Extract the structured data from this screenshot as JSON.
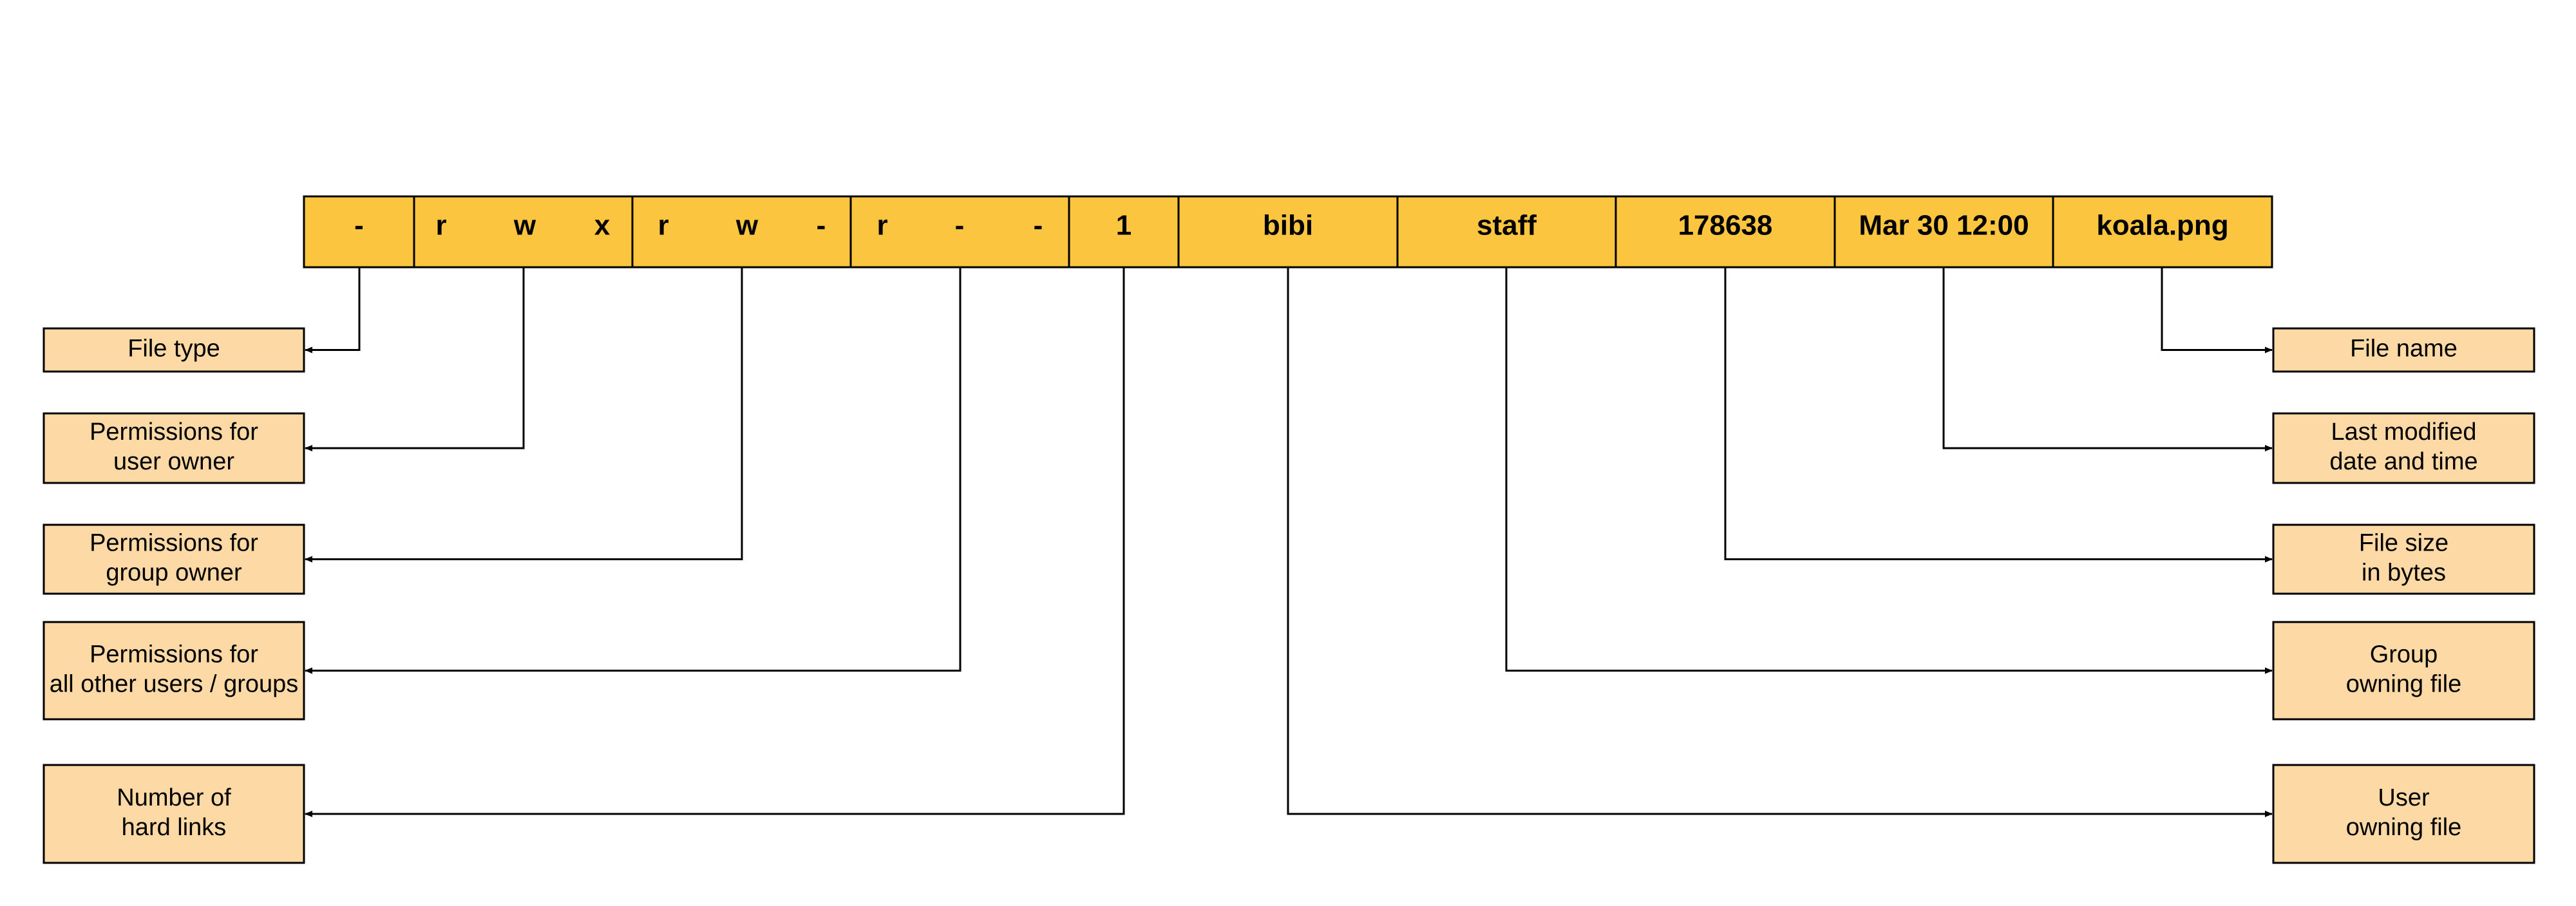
{
  "colors": {
    "cell_fill": "#FCC53F",
    "label_fill": "#FDD9A5",
    "stroke": "#000000"
  },
  "cells": [
    {
      "key": "type",
      "chars": [
        "-"
      ]
    },
    {
      "key": "user",
      "chars": [
        "r",
        "w",
        "x"
      ]
    },
    {
      "key": "group",
      "chars": [
        "r",
        "w",
        "-"
      ]
    },
    {
      "key": "other",
      "chars": [
        "r",
        "-",
        "-"
      ]
    },
    {
      "key": "links",
      "chars": [
        "1"
      ]
    },
    {
      "key": "owner",
      "chars": [
        "bibi"
      ]
    },
    {
      "key": "grp",
      "chars": [
        "staff"
      ]
    },
    {
      "key": "size",
      "chars": [
        "178638"
      ]
    },
    {
      "key": "date",
      "chars": [
        "Mar 30 12:00"
      ]
    },
    {
      "key": "name",
      "chars": [
        "koala.png"
      ]
    }
  ],
  "left_labels": [
    {
      "key": "file-type",
      "cell": "type",
      "lines": [
        "File type"
      ]
    },
    {
      "key": "user-perms",
      "cell": "user",
      "lines": [
        "Permissions for",
        "user owner"
      ]
    },
    {
      "key": "group-perms",
      "cell": "group",
      "lines": [
        "Permissions for",
        "group owner"
      ]
    },
    {
      "key": "other-perms",
      "cell": "other",
      "lines": [
        "Permissions for",
        "all other users / groups"
      ]
    },
    {
      "key": "hard-links",
      "cell": "links",
      "lines": [
        "Number of",
        "hard links"
      ]
    }
  ],
  "right_labels": [
    {
      "key": "file-name",
      "cell": "name",
      "lines": [
        "File name"
      ]
    },
    {
      "key": "last-modified",
      "cell": "date",
      "lines": [
        "Last modified",
        "date and time"
      ]
    },
    {
      "key": "file-size",
      "cell": "size",
      "lines": [
        "File size",
        "in bytes"
      ]
    },
    {
      "key": "group-owning",
      "cell": "grp",
      "lines": [
        "Group",
        "owning file"
      ]
    },
    {
      "key": "user-owning",
      "cell": "owner",
      "lines": [
        "User",
        "owning file"
      ]
    }
  ]
}
